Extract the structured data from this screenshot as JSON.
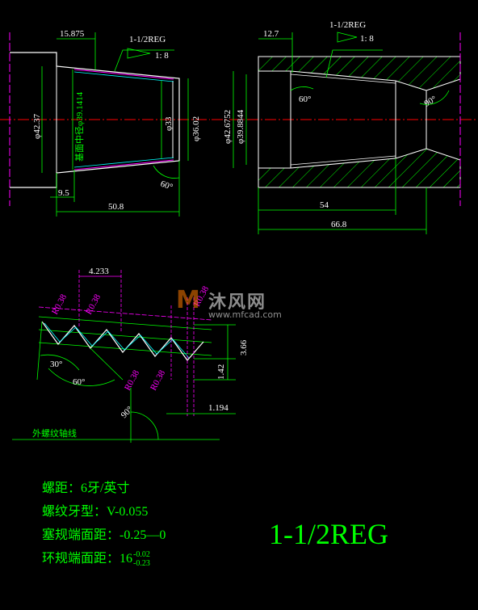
{
  "left_view": {
    "dim_top": "15.875",
    "thread_label": "1-1/2REG",
    "taper_ratio": "1: 8",
    "dia_outer": "φ42.37",
    "pitch_dia": "基面中径φ39.1414",
    "dia_bore": "φ33",
    "dia_right": "φ36.02",
    "angle": "60°",
    "dim_small": "9.5",
    "dim_length": "50.8"
  },
  "right_view": {
    "dim_top": "12.7",
    "thread_label": "1-1/2REG",
    "taper_ratio": "1: 8",
    "angle_inner": "60°",
    "angle_outer": "90°",
    "dia_a": "φ42.6752",
    "dia_b": "φ39.8844",
    "dim_inner": "54",
    "dim_total": "66.8"
  },
  "thread_profile": {
    "pitch": "4.233",
    "radius_tl1": "R0.38",
    "radius_tl2": "R0.38",
    "radius_br1": "R0.38",
    "radius_br2": "R0.38",
    "radius_r": "R0.38",
    "height": "3.66",
    "depth": "1.42",
    "flat": "1.194",
    "angle_30": "30°",
    "angle_60": "60°",
    "angle_90": "90°",
    "axis_label": "外螺纹轴线"
  },
  "notes": {
    "pitch": "螺距：6牙/英寸",
    "profile": "螺纹牙型：V-0.055",
    "plug": "塞规端面距：-0.25—0",
    "ring": "环规端面距：16",
    "ring_tol_upper": "-0.02",
    "ring_tol_lower": "-0.23"
  },
  "big_title": "1-1/2REG",
  "watermark": {
    "logo": "M",
    "name": "沐风网",
    "url": "www.mfcad.com"
  },
  "colors": {
    "background": "#000000",
    "outline": "#ffffff",
    "dimension": "#00ff00",
    "hatch": "#00ff00",
    "centerline": "#ff0000",
    "section_line": "#ff00ff",
    "thread": "#00ffff"
  }
}
